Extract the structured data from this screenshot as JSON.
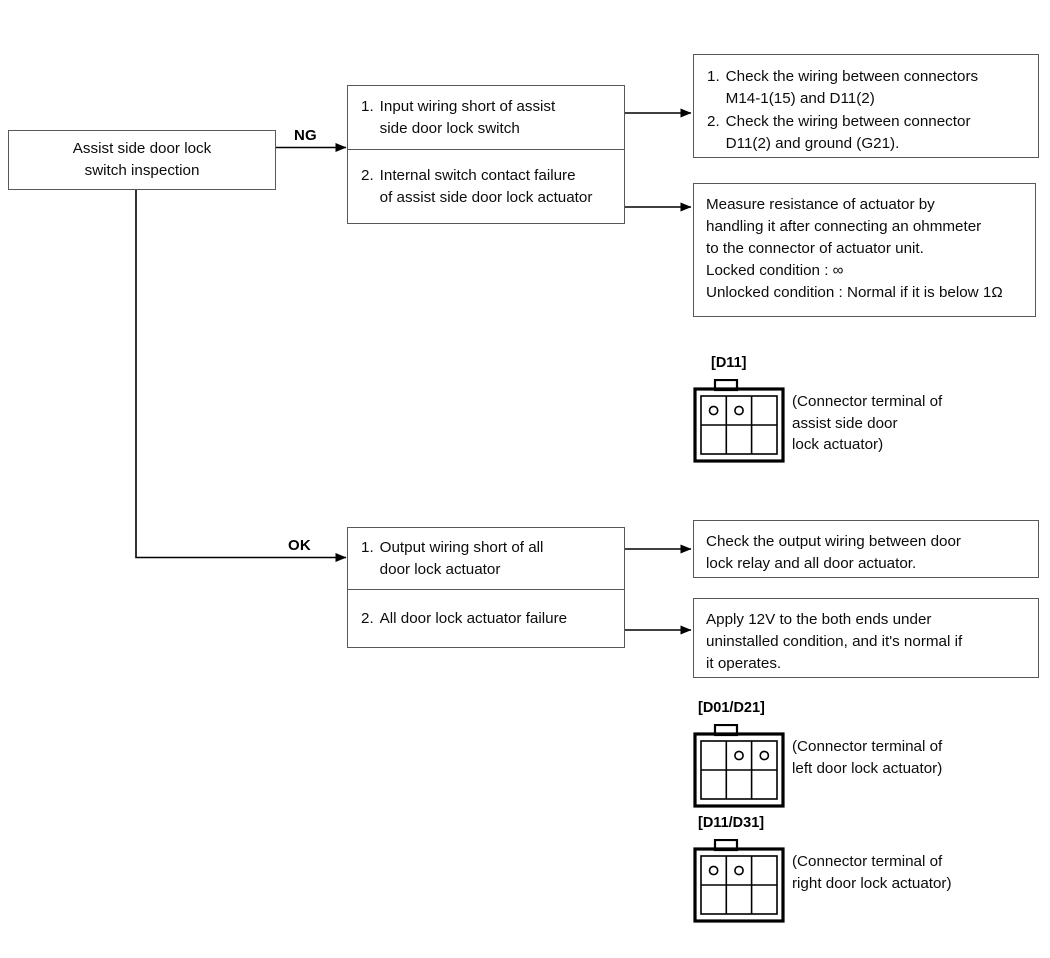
{
  "diagram": {
    "title": "Assist side door lock switch inspection troubleshooting flow",
    "colors": {
      "line": "#58585a",
      "arrow": "#000000",
      "text": "#0c0c0c",
      "background": "#ffffff"
    }
  },
  "start": {
    "label": "Assist side door lock\nswitch inspection"
  },
  "branches": {
    "ng_label": "NG",
    "ok_label": "OK"
  },
  "ng_causes": [
    {
      "num": "1.",
      "text": "Input wiring short of assist\nside door lock switch"
    },
    {
      "num": "2.",
      "text": "Internal switch contact failure\nof assist side door lock actuator"
    }
  ],
  "ng_actions": [
    {
      "items": [
        {
          "num": "1.",
          "text": "Check the wiring between connectors\nM14-1(15) and D11(2)"
        },
        {
          "num": "2.",
          "text": "Check the wiring between connector\nD11(2) and ground (G21)."
        }
      ]
    },
    {
      "text": "Measure resistance of actuator by\nhandling it after connecting an ohmmeter\nto the connector of actuator unit.\nLocked condition : ∞\nUnlocked condition : Normal if it is below 1Ω"
    }
  ],
  "ok_causes": [
    {
      "num": "1.",
      "text": "Output wiring short of all\ndoor lock actuator"
    },
    {
      "num": "2.",
      "text": "All door lock actuator failure"
    }
  ],
  "ok_actions": [
    {
      "text": "Check the output wiring between door\nlock relay and all door actuator."
    },
    {
      "text": "Apply 12V to the both ends under\nuninstalled condition, and it's normal if\nit operates."
    }
  ],
  "connectors": [
    {
      "tag": "[D11]",
      "caption": "(Connector terminal of\n  assist side door\n  lock actuator)",
      "pins_filled": [
        1,
        1,
        0,
        0,
        0,
        0
      ]
    },
    {
      "tag": "[D01/D21]",
      "caption": "(Connector terminal of\n  left door lock actuator)",
      "pins_filled": [
        0,
        1,
        1,
        0,
        0,
        0
      ]
    },
    {
      "tag": "[D11/D31]",
      "caption": "(Connector terminal of\n  right door  lock actuator)",
      "pins_filled": [
        1,
        1,
        0,
        0,
        0,
        0
      ]
    }
  ]
}
